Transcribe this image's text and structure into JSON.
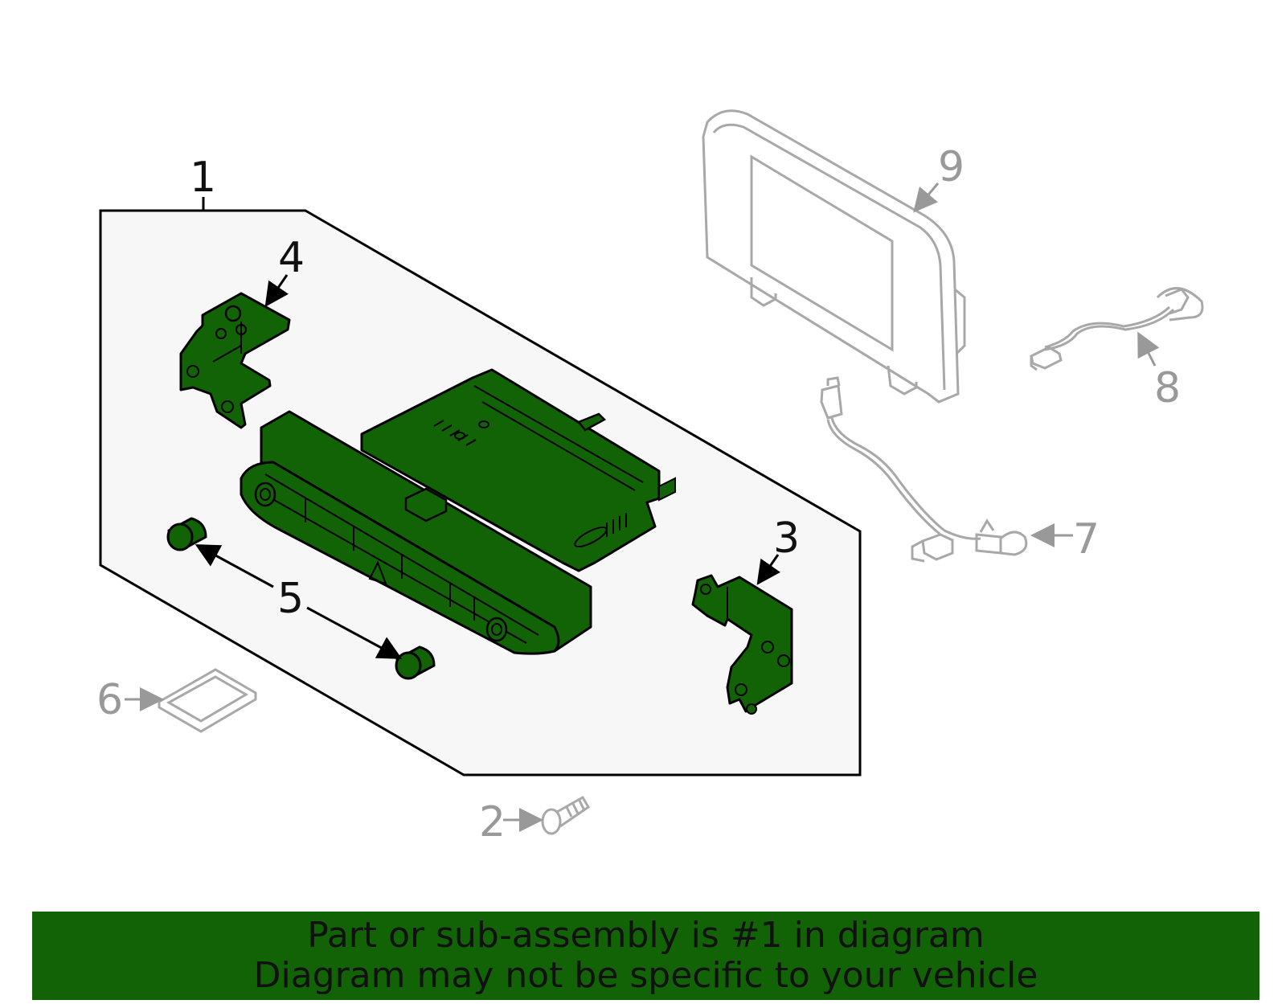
{
  "colors": {
    "highlight_fill": "#126306",
    "outline": "#000000",
    "ghost_line": "#a8a8a8",
    "panel_fill": "#f7f7f7",
    "banner_bg": "#126306",
    "banner_text": "#111111",
    "callout_dark": "#111111",
    "callout_gray": "#999999"
  },
  "callouts": {
    "c1": "1",
    "c2": "2",
    "c3": "3",
    "c4": "4",
    "c5": "5",
    "c6": "6",
    "c7": "7",
    "c8": "8",
    "c9": "9"
  },
  "banner": {
    "line1": "Part or sub-assembly is #1 in diagram",
    "line2": "Diagram may not be specific to your vehicle"
  }
}
